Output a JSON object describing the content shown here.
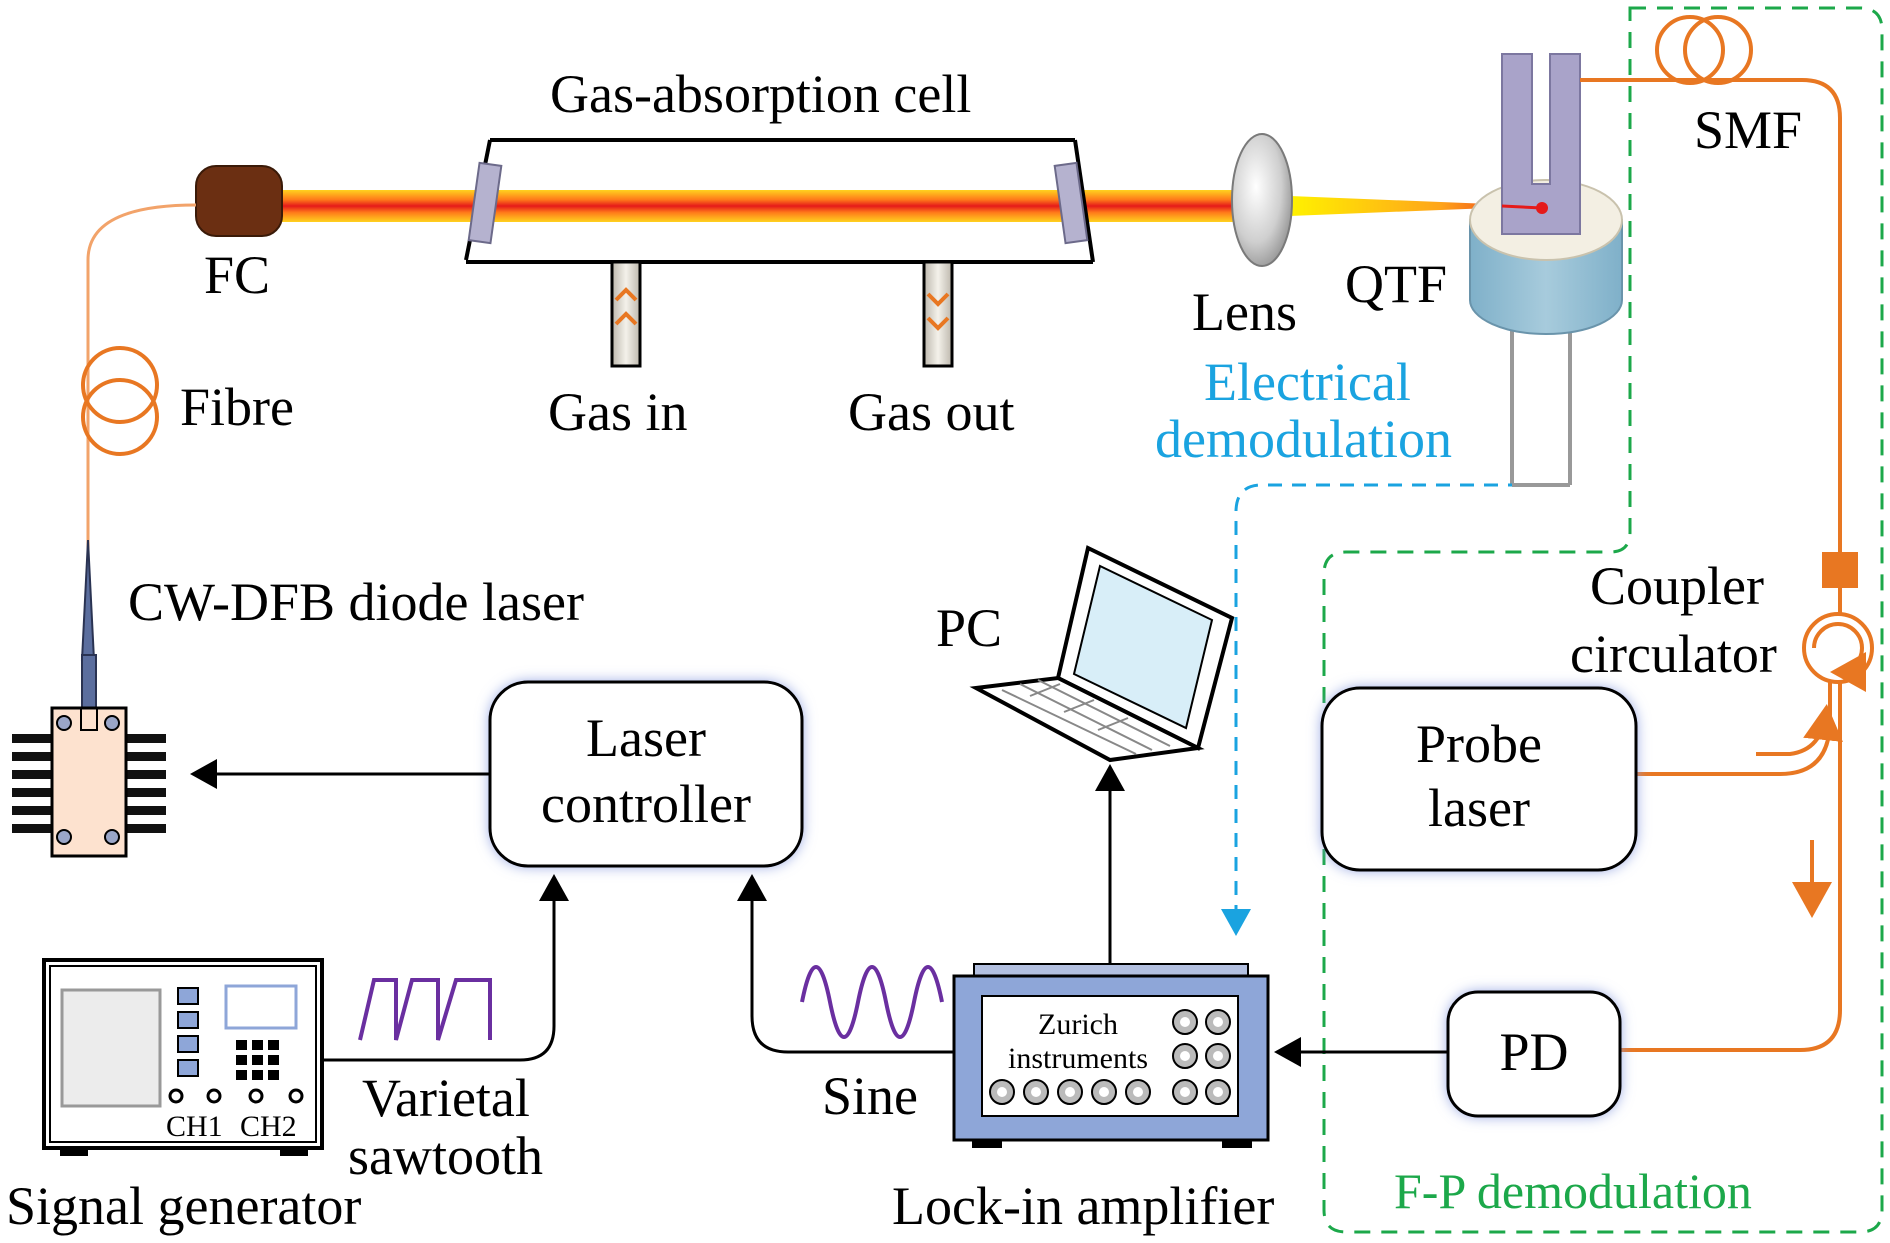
{
  "labels": {
    "gas_cell": "Gas-absorption cell",
    "fc": "FC",
    "fibre": "Fibre",
    "gas_in": "Gas in",
    "gas_out": "Gas out",
    "lens": "Lens",
    "qtf": "QTF",
    "smf": "SMF",
    "electrical_demod_line1": "Electrical",
    "electrical_demod_line2": "demodulation",
    "cw_dfb_laser": "CW-DFB diode laser",
    "pc": "PC",
    "coupler_line1": "Coupler",
    "coupler_line2": "circulator",
    "laser_controller_line1": "Laser",
    "laser_controller_line2": "controller",
    "probe_laser_line1": "Probe",
    "probe_laser_line2": "laser",
    "pd": "PD",
    "zurich_line1": "Zurich",
    "zurich_line2": "instruments",
    "ch1": "CH1",
    "ch2": "CH2",
    "varietal_line1": "Varietal",
    "varietal_line2": "sawtooth",
    "sine": "Sine",
    "signal_generator": "Signal generator",
    "lock_in_amplifier": "Lock-in amplifier",
    "fp_demod": "F-P demodulation"
  },
  "colors": {
    "fibre_orange": "#e87722",
    "electrical_blue": "#1aa3e0",
    "fp_green": "#1ca84a",
    "waveform_purple": "#6a2fa0",
    "box_glow": "#8c9ee0",
    "qtf_prong": "#a9a3c9",
    "qtf_base": "#8fbcd1",
    "fc_brown": "#6b2f12",
    "lockin_blue": "#8ea6d8"
  }
}
